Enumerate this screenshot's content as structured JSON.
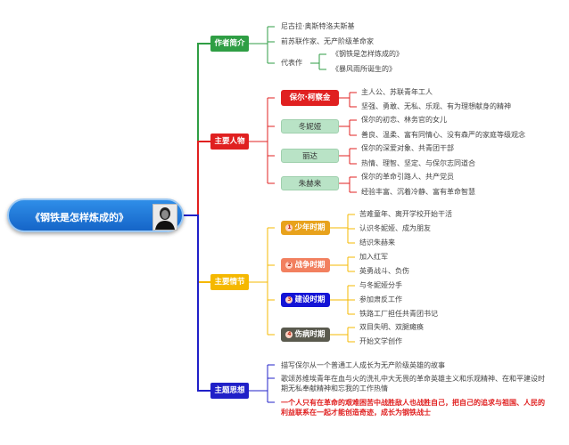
{
  "root": {
    "title": "《钢铁是怎样炼成的》",
    "portrait_icon": "author-portrait-icon"
  },
  "branches": {
    "author": {
      "label": "作者简介",
      "color": "#2f9e44",
      "items": [
        "尼古拉·奥斯特洛夫斯基",
        "前苏联作家、无产阶级革命家"
      ],
      "works": {
        "label": "代表作",
        "items": [
          "《钢铁是怎样炼成的》",
          "《暴风雨所诞生的》"
        ]
      }
    },
    "characters": {
      "label": "主要人物",
      "color": "#e02020",
      "people": [
        {
          "name": "保尔·柯察金",
          "lines": [
            "主人公、苏联青年工人",
            "坚强、勇敢、无私、乐观、有为理想献身的精神"
          ]
        },
        {
          "name": "冬妮娅",
          "lines": [
            "保尔的初恋、林务官的女儿",
            "善良、温柔、富有同情心、没有森严的家庭等级观念"
          ]
        },
        {
          "name": "丽达",
          "lines": [
            "保尔的深爱对象、共青团干部",
            "热情、理智、坚定、与保尔志同道合"
          ]
        },
        {
          "name": "朱赫来",
          "lines": [
            "保尔的革命引路人、共产党员",
            "经验丰富、沉着冷静、富有革命智慧"
          ]
        }
      ]
    },
    "plot": {
      "label": "主要情节",
      "color": "#f5b800",
      "stages": [
        {
          "num": "1",
          "label": "少年时期",
          "color": "#e8a21c",
          "items": [
            "苦难童年、离开学校开始干活",
            "认识冬妮娅、成为朋友",
            "结识朱赫来"
          ]
        },
        {
          "num": "2",
          "label": "战争时期",
          "color": "#f2805f",
          "items": [
            "加入红军",
            "英勇战斗、负伤"
          ]
        },
        {
          "num": "3",
          "label": "建设时期",
          "color": "#1414d6",
          "items": [
            "与冬妮娅分手",
            "参加肃反工作",
            "铁路工厂担任共青团书记"
          ]
        },
        {
          "num": "4",
          "label": "伤病时期",
          "color": "#5a5a4e",
          "items": [
            "双目失明、双腿瘫痪",
            "开始文学创作"
          ]
        }
      ]
    },
    "theme": {
      "label": "主题思想",
      "color": "#2020c8",
      "items": [
        "描写保尔从一个普通工人成长为无产阶级英雄的故事",
        "歌颂苏维埃青年在血与火的洗礼中大无畏的革命英雄主义和乐观精神、在和平建设时期无私奉献精神和忘我的工作热情",
        "一个人只有在革命的艰难困苦中战胜敌人也战胜自己，把自己的追求与祖国、人民的利益联系在一起才能创造奇迹，成长为钢铁战士"
      ]
    }
  }
}
